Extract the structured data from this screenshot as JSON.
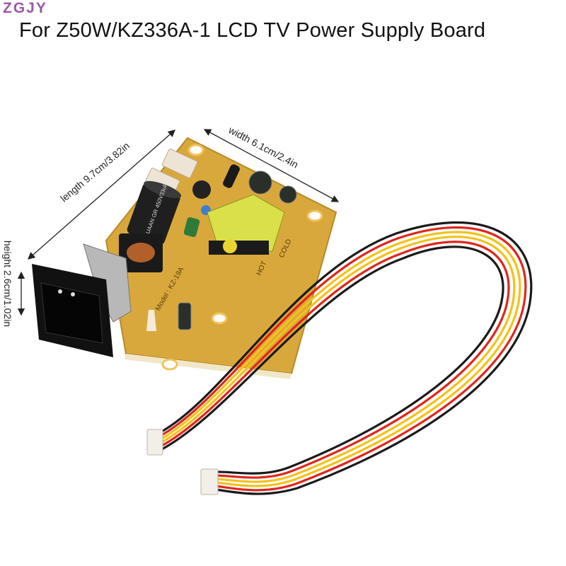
{
  "header": {
    "title": "For Z50W/KZ336A-1 LCD TV Power Supply Board",
    "watermark": "ZGJY"
  },
  "dimensions": {
    "length": "length 9.7cm/3.82in",
    "width": "width 6.1cm/2.4in",
    "height": "height 2.6cm/1.02in"
  },
  "board": {
    "model": "Model : KZ-19A",
    "labels": [
      "HOT",
      "COLD"
    ],
    "capacitor_text": "LUAAN GR 450V33uF"
  },
  "colors": {
    "pcb": "#d9a83c",
    "transformer": "#d9e04a",
    "wire_yellow": "#f2c21a",
    "wire_red": "#e0261c",
    "wire_black": "#1a1a1a",
    "watermark": "#9b59a6"
  }
}
